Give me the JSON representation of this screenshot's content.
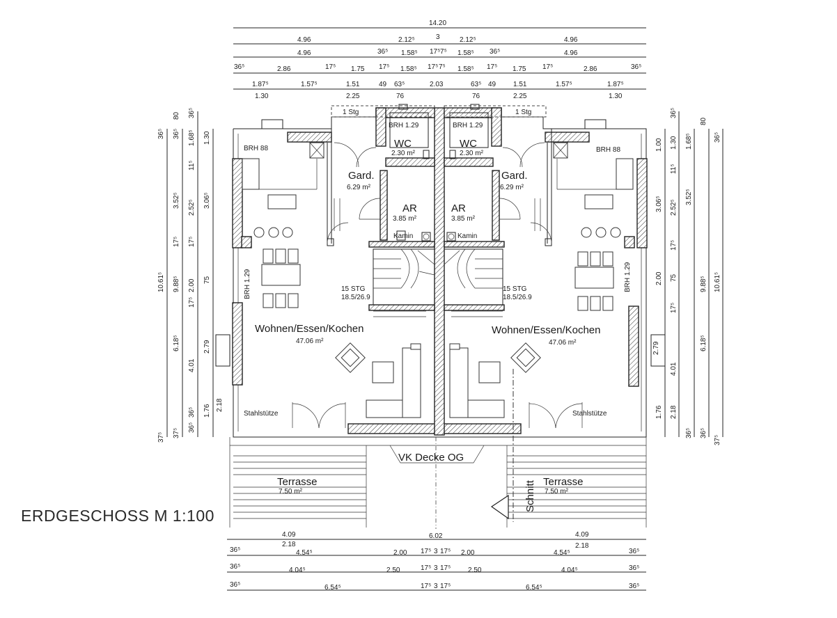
{
  "plan": {
    "title": "ERDGESCHOSS M 1:100",
    "overall_width": "14.20",
    "top_dims": {
      "row1": [
        "4.96",
        "2.12⁵",
        "3",
        "2.12⁵",
        "4.96"
      ],
      "row2": [
        "4.96",
        "36⁵",
        "1.58⁵",
        "17⁵",
        "7⁵",
        "1.58⁵",
        "36⁵",
        "4.96"
      ],
      "row3": [
        "36⁵",
        "2.86",
        "17⁵",
        "1.75",
        "17⁵",
        "1.58⁵",
        "17⁵",
        "7⁵",
        "1.58⁵",
        "17⁵",
        "1.75",
        "17⁵",
        "2.86",
        "36⁵"
      ],
      "row4_top": [
        "1.87⁵",
        "1.57⁵",
        "1.51",
        "49",
        "63⁵",
        "2.03",
        "63⁵",
        "49",
        "1.51",
        "1.57⁵",
        "1.87⁵"
      ],
      "row4_bottom": [
        "1.30",
        "2.25",
        "76",
        "76",
        "2.25",
        "1.30"
      ]
    },
    "left_dims": [
      "10.61⁵",
      "9.88⁵",
      "6.18⁵",
      "3.52⁵",
      "2.52⁵",
      "3.06⁵",
      "1.30",
      "1.68⁵",
      "11⁵",
      "36⁵",
      "80",
      "36⁵",
      "17⁵",
      "2.00",
      "75",
      "17⁵",
      "4.01",
      "2.79",
      "1.76",
      "2.18",
      "36⁵",
      "37⁵",
      "37⁵",
      "36⁵"
    ],
    "right_dims": [
      "10.61⁵",
      "9.88⁵",
      "6.18⁵",
      "3.52⁵",
      "2.52⁵",
      "3.06⁵",
      "1.30",
      "1.68⁵",
      "1.00",
      "11⁵",
      "36⁵",
      "80",
      "36⁵",
      "17⁵",
      "2.00",
      "75",
      "17⁵",
      "4.01",
      "2.79",
      "1.76",
      "2.18",
      "36⁵",
      "37⁵",
      "36⁵"
    ],
    "bottom_dims": {
      "row1": [
        "4.09",
        "6.02",
        "4.09"
      ],
      "row1b": [
        "2.18",
        "2.18"
      ],
      "row2": [
        "36⁵",
        "4.54⁵",
        "2.00",
        "17⁵",
        "3",
        "17⁵",
        "2.00",
        "4.54⁵",
        "36⁵"
      ],
      "row3": [
        "36⁵",
        "4.04⁵",
        "2.50",
        "17⁵",
        "3",
        "17⁵",
        "2.50",
        "4.04⁵",
        "36⁵"
      ],
      "row4": [
        "36⁵",
        "6.54⁵",
        "17⁵",
        "3",
        "17⁵",
        "6.54⁵",
        "36⁵"
      ]
    },
    "labels": {
      "stairs_out": "1 Stg",
      "brh_wc": "BRH 1.29",
      "wc": "WC",
      "wc_area": "2.30 m²",
      "gard": "Gard.",
      "gard_area": "6.29 m²",
      "ar": "AR",
      "ar_area": "3.85 m²",
      "kamin": "Kamin",
      "brh_kitchen": "BRH 88",
      "brh_side": "BRH 1.29",
      "stairs": "15 STG",
      "stairs_ratio": "18.5/26.9",
      "living": "Wohnen/Essen/Kochen",
      "living_area": "47.06 m²",
      "column": "Stahlstütze",
      "ceiling": "VK Decke OG",
      "terrace": "Terrasse",
      "terrace_area": "7.50 m²",
      "section": "Schnitt"
    }
  }
}
